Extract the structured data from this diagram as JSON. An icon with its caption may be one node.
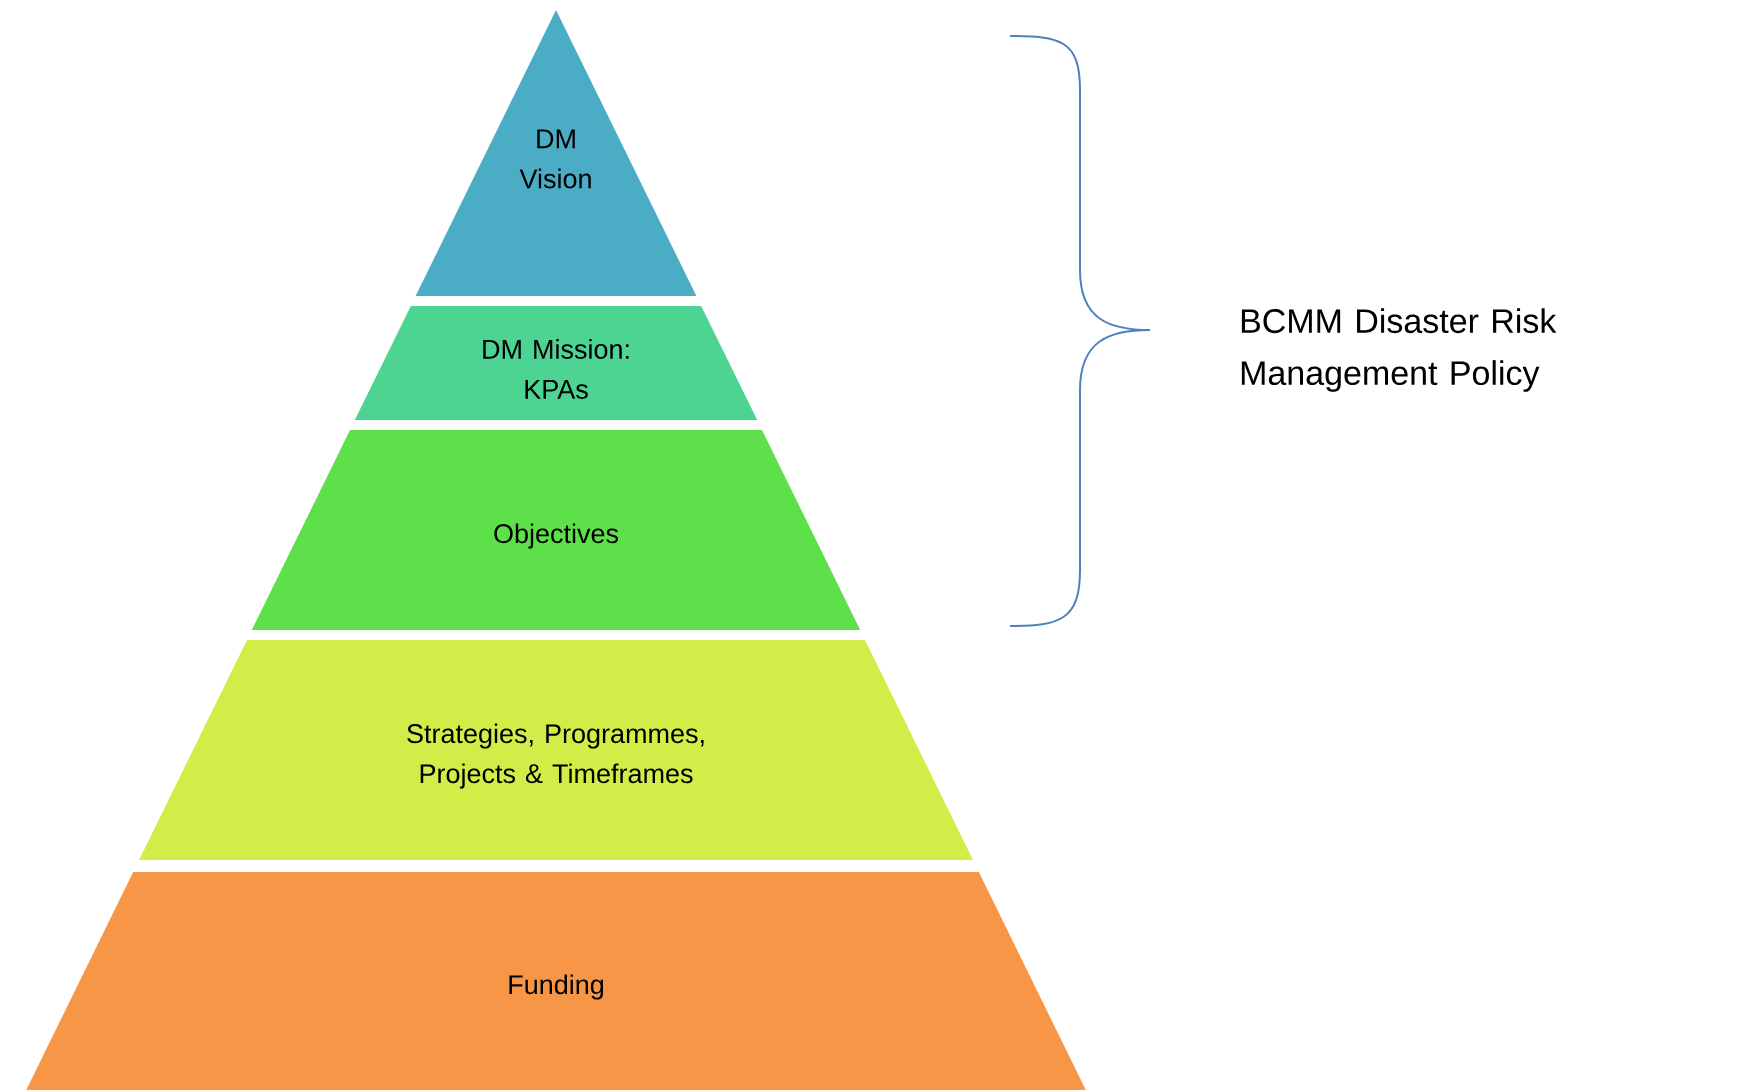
{
  "diagram": {
    "nodes": [
      {
        "text": [
          "DM Vision"
        ]
      },
      {
        "text": [
          "DM Mission: KPAs"
        ]
      },
      {
        "text": [
          "Objectives"
        ]
      },
      {
        "text": [
          "Strategies, Programmes, Projects & Timeframes"
        ]
      },
      {
        "text": [
          "Funding"
        ]
      }
    ],
    "labels": [
      "BCMM Disaster Risk Management Policy"
    ]
  }
}
